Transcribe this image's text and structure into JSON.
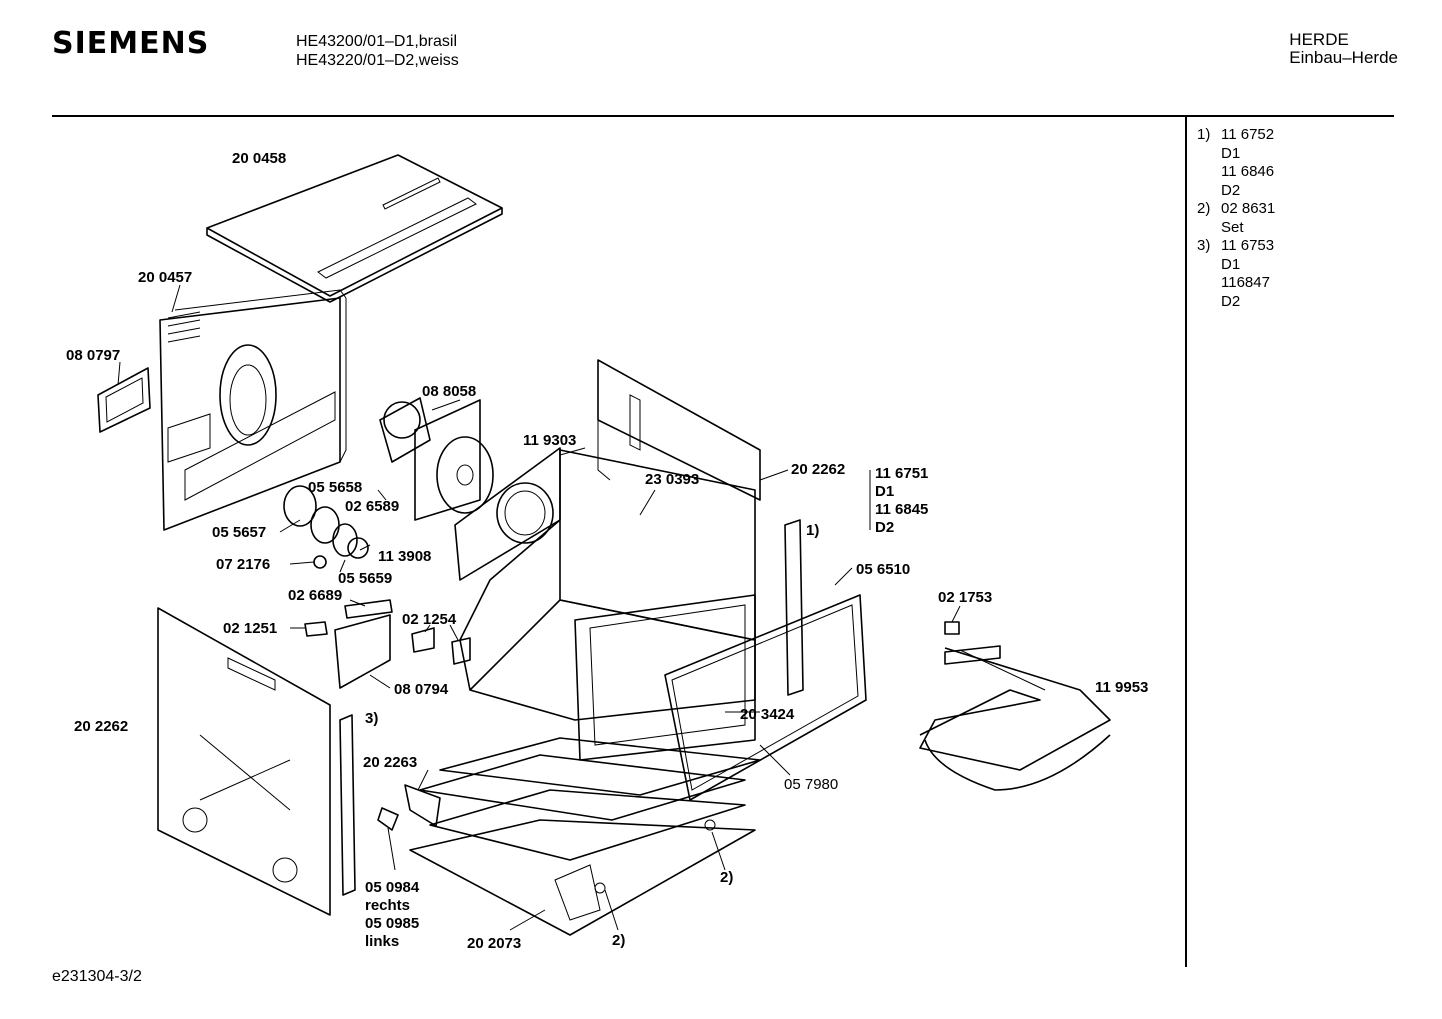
{
  "header": {
    "brand": "SIEMENS",
    "model_lines": [
      "HE43200/01–D1,brasil",
      "HE43220/01–D2,weiss"
    ],
    "category_lines": [
      "HERDE",
      "Einbau–Herde"
    ]
  },
  "notes": [
    {
      "num": "1)",
      "lines": [
        "11 6752",
        "D1",
        "11 6846",
        "D2"
      ]
    },
    {
      "num": "2)",
      "lines": [
        "02 8631",
        "Set"
      ]
    },
    {
      "num": "3)",
      "lines": [
        "11 6753",
        "D1",
        "116847",
        "D2"
      ]
    }
  ],
  "part_labels": {
    "p200458": "20 0458",
    "p200457": "20 0457",
    "p080797": "08 0797",
    "p088058": "08 8058",
    "p119303": "11 9303",
    "p230393": "23 0393",
    "p202262_top": "20 2262",
    "p116751": "11 6751",
    "d1": "D1",
    "p116845": "11 6845",
    "d2": "D2",
    "note1": "1)",
    "p055658": "05 5658",
    "p026589": "02 6589",
    "p055657": "05 5657",
    "p113908": "11 3908",
    "p072176": "07 2176",
    "p055659": "05 5659",
    "p056510": "05 6510",
    "p026689": "02 6689",
    "p021251": "02 1251",
    "p021254": "02 1254",
    "p021753": "02 1753",
    "p080794": "08 0794",
    "p119953": "11 9953",
    "p202262_left": "20 2262",
    "note3": "3)",
    "p203424": "20 3424",
    "p202263": "20 2263",
    "p057980": "05 7980",
    "note2_right": "2)",
    "p050984": "05 0984",
    "rechts": "rechts",
    "p050985": "05 0985",
    "links": "links",
    "p202073": "20 2073",
    "note2_bottom": "2)"
  },
  "footer": {
    "doc_id": "e231304-3/2"
  }
}
